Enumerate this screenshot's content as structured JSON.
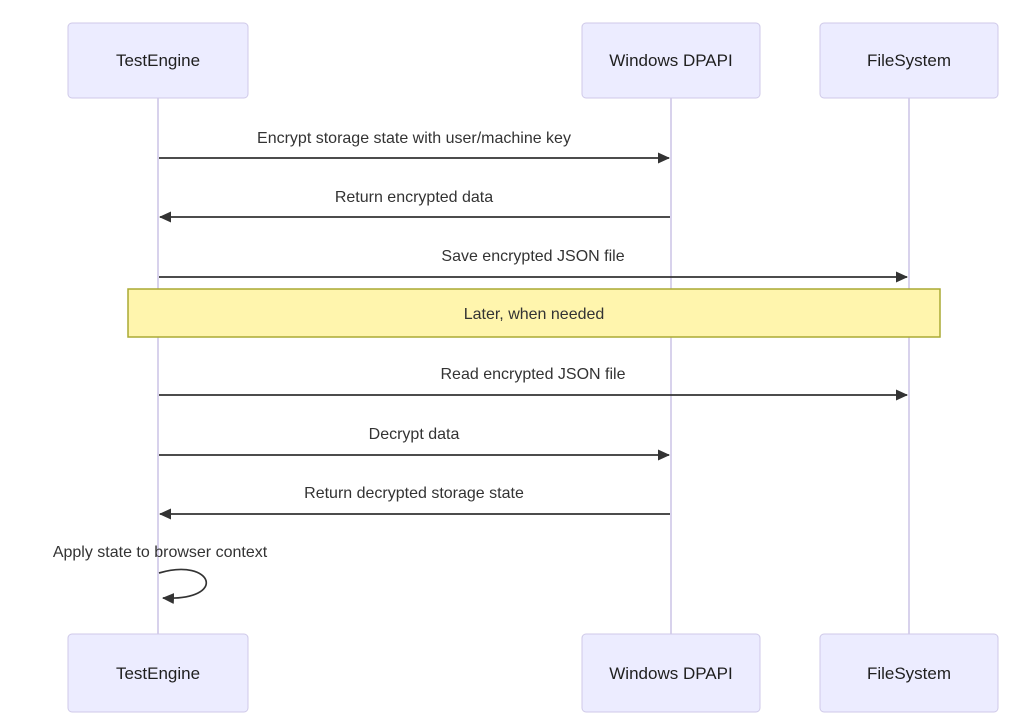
{
  "diagram": {
    "type": "sequence-diagram",
    "actors": [
      {
        "id": "testengine",
        "label": "TestEngine"
      },
      {
        "id": "dpapi",
        "label": "Windows DPAPI"
      },
      {
        "id": "filesystem",
        "label": "FileSystem"
      }
    ],
    "messages": [
      {
        "from": "TestEngine",
        "to": "Windows DPAPI",
        "direction": "right",
        "label": "Encrypt storage state with user/machine key"
      },
      {
        "from": "Windows DPAPI",
        "to": "TestEngine",
        "direction": "left",
        "label": "Return encrypted data"
      },
      {
        "from": "TestEngine",
        "to": "FileSystem",
        "direction": "right",
        "label": "Save encrypted JSON file"
      },
      {
        "from": "TestEngine",
        "to": "FileSystem",
        "direction": "right",
        "label": "Read encrypted JSON file"
      },
      {
        "from": "TestEngine",
        "to": "Windows DPAPI",
        "direction": "right",
        "label": "Decrypt data"
      },
      {
        "from": "Windows DPAPI",
        "to": "TestEngine",
        "direction": "left",
        "label": "Return decrypted storage state"
      },
      {
        "from": "TestEngine",
        "to": "TestEngine",
        "direction": "self",
        "label": "Apply state to browser context"
      }
    ],
    "note": {
      "label": "Later, when needed",
      "over": [
        "TestEngine",
        "FileSystem"
      ],
      "position_between_messages": [
        3,
        4
      ]
    },
    "colors": {
      "actor_fill": "#ECECFF",
      "actor_border": "#CFC9E8",
      "lifeline": "#D8D2EC",
      "arrow": "#333333",
      "text": "#333333",
      "note_fill": "#FFF5AD",
      "note_border": "#AAAA33"
    }
  }
}
